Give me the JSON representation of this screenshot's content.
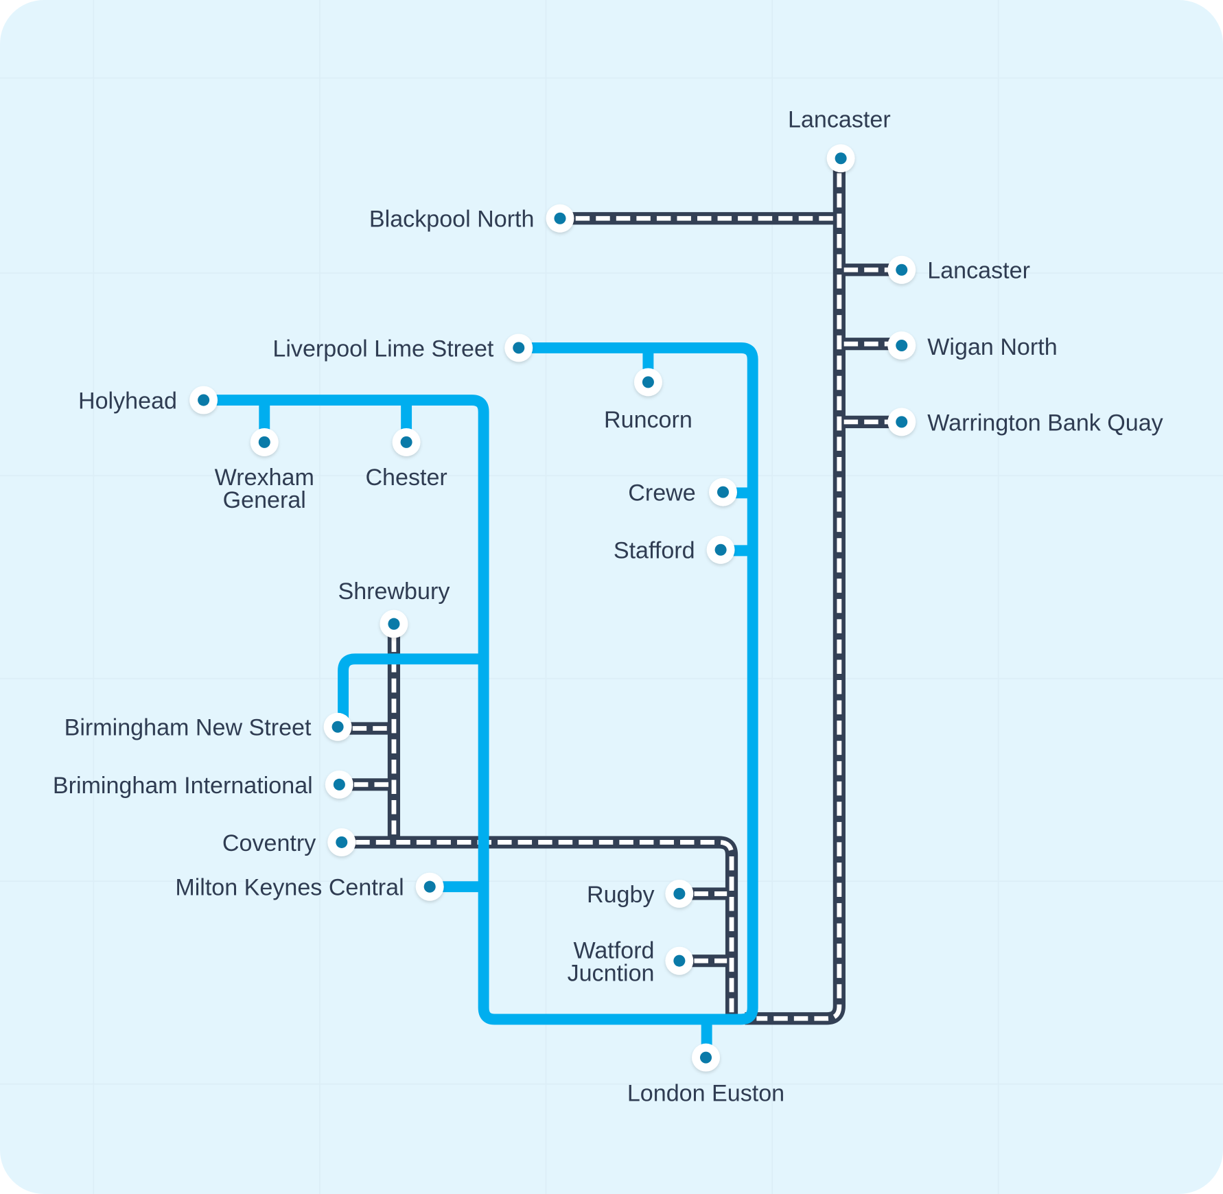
{
  "title": "Rail network map",
  "colors": {
    "background": "#e3f5fd",
    "blue_line": "#00aeef",
    "dark_line": "#334055",
    "station_dot": "#0a7aa8",
    "label": "#2f3c52"
  },
  "lines": [
    {
      "name": "blue-line",
      "style": "solid",
      "color": "#00aeef"
    },
    {
      "name": "dark-line",
      "style": "dashed",
      "color": "#334055"
    }
  ],
  "stations": {
    "lancaster_top": [
      "Lancaster"
    ],
    "blackpool_north": [
      "Blackpool North"
    ],
    "lancaster_right": [
      "Lancaster"
    ],
    "wigan_north": [
      "Wigan North"
    ],
    "warrington": [
      "Warrington Bank Quay"
    ],
    "liverpool": [
      "Liverpool Lime Street"
    ],
    "runcorn": [
      "Runcorn"
    ],
    "holyhead": [
      "Holyhead"
    ],
    "wrexham": [
      "Wrexham",
      "General"
    ],
    "chester": [
      "Chester"
    ],
    "crewe": [
      "Crewe"
    ],
    "stafford": [
      "Stafford"
    ],
    "shrewsbury": [
      "Shrewbury"
    ],
    "birmingham_ns": [
      "Birmingham New Street"
    ],
    "birmingham_int": [
      "Brimingham International"
    ],
    "coventry": [
      "Coventry"
    ],
    "milton_keynes": [
      "Milton Keynes Central"
    ],
    "rugby": [
      "Rugby"
    ],
    "watford": [
      "Watford",
      "Jucntion"
    ],
    "london_euston": [
      "London Euston"
    ]
  }
}
